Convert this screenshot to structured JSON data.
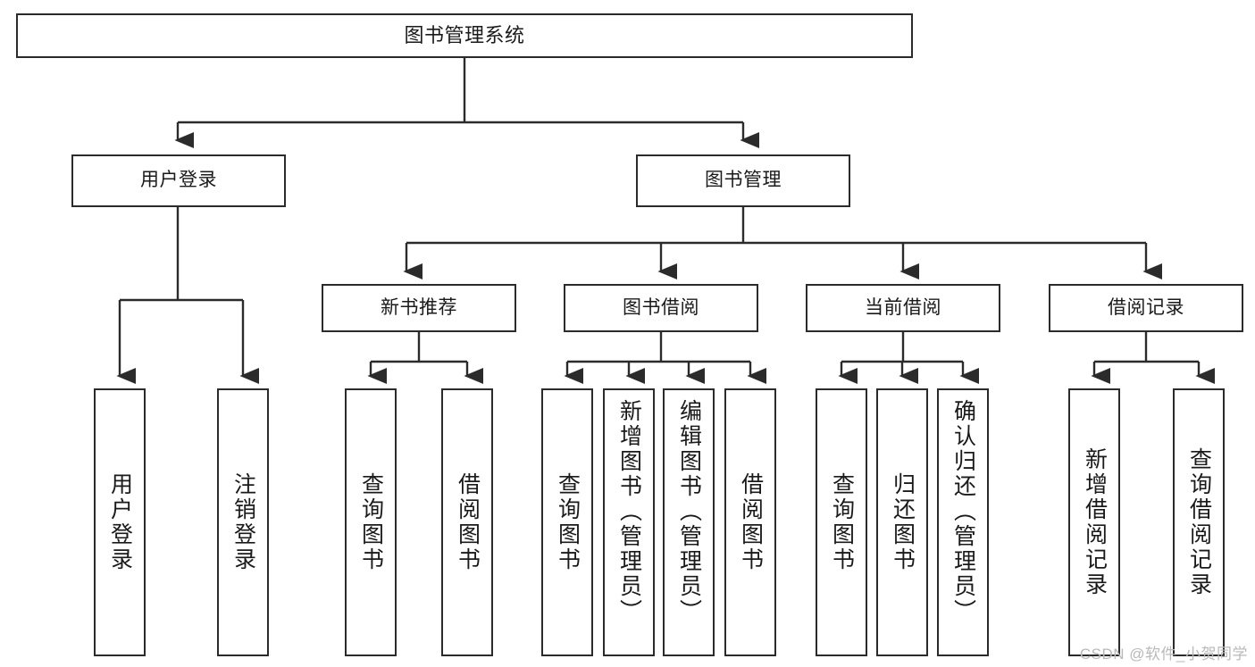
{
  "diagram": {
    "type": "tree",
    "title": "图书管理系统",
    "watermark": "CSDN @软件_小贺同学",
    "colors": {
      "box_border": "#2b2b2b",
      "box_fill": "#ffffff",
      "connector": "#2b2b2b",
      "text": "#1a1a1a",
      "watermark": "#b9b9b9"
    },
    "levels": {
      "root": {
        "label": "图书管理系统"
      },
      "level2": [
        {
          "label": "用户登录"
        },
        {
          "label": "图书管理"
        }
      ],
      "level3": [
        {
          "label": "新书推荐"
        },
        {
          "label": "图书借阅"
        },
        {
          "label": "当前借阅"
        },
        {
          "label": "借阅记录"
        }
      ],
      "leaves": {
        "user_login": [
          {
            "label": "用户登录"
          },
          {
            "label": "注销登录"
          }
        ],
        "new_book_recommend": [
          {
            "label": "查询图书"
          },
          {
            "label": "借阅图书"
          }
        ],
        "book_borrow": [
          {
            "label": "查询图书"
          },
          {
            "label": "新增图书（管理员）"
          },
          {
            "label": "编辑图书（管理员）"
          },
          {
            "label": "借阅图书"
          }
        ],
        "current_borrow": [
          {
            "label": "查询图书"
          },
          {
            "label": "归还图书"
          },
          {
            "label": "确认归还（管理员）"
          }
        ],
        "borrow_record": [
          {
            "label": "新增借阅记录"
          },
          {
            "label": "查询借阅记录"
          }
        ]
      }
    }
  }
}
